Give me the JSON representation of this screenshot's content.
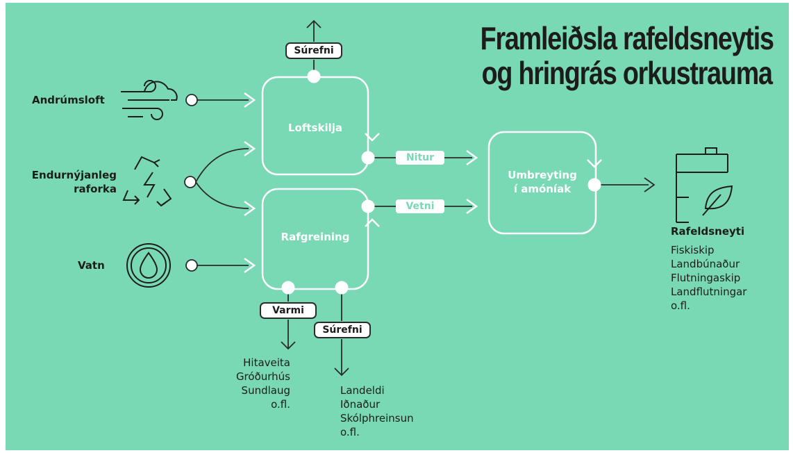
{
  "title": {
    "line1": "Framleiðsla rafeldsneytis",
    "line2": "og hringrás orkustrauma"
  },
  "inputs": {
    "air": "Andrúmsloft",
    "power_line1": "Endurnýjanleg",
    "power_line2": "raforka",
    "water": "Vatn"
  },
  "processes": {
    "air_separation": "Loftskilja",
    "electrolysis": "Rafgreining",
    "conversion_line1": "Umbreyting",
    "conversion_line2": "í amóníak"
  },
  "flows": {
    "oxygen_top": "Súrefni",
    "nitrogen": "Nitur",
    "hydrogen": "Vetni",
    "heat": "Varmi",
    "oxygen_bottom": "Súrefni"
  },
  "heat_uses": [
    "Hitaveita",
    "Gróðurhús",
    "Sundlaug",
    "o.fl."
  ],
  "oxygen_uses": [
    "Landeldi",
    "Iðnaður",
    "Skólphreinsun",
    "o.fl."
  ],
  "output": {
    "title": "Rafeldsneyti",
    "uses": [
      "Fiskiskip",
      "Landbúnaður",
      "Flutningaskip",
      "Landflutningar",
      "o.fl."
    ]
  },
  "colors": {
    "background": "#78d9b4",
    "line": "#2a2a2a",
    "box_stroke": "#ffffff"
  }
}
